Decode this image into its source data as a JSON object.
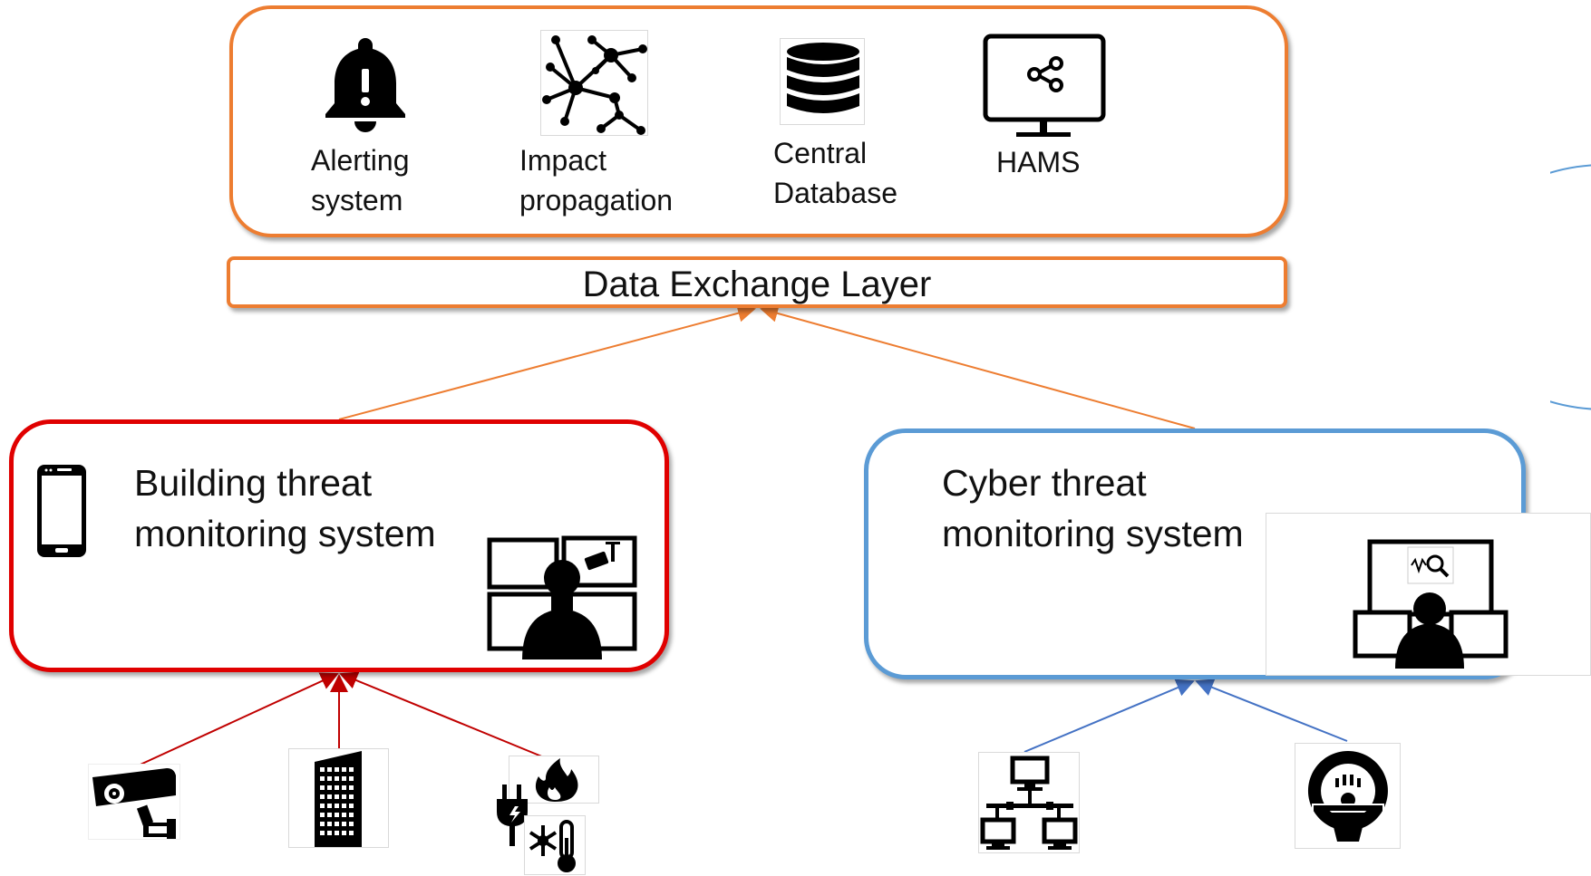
{
  "top_panel": {
    "items": [
      {
        "label_line1": "Alerting",
        "label_line2": "system",
        "icon": "bell-alert-icon"
      },
      {
        "label_line1": "Impact",
        "label_line2": "propagation",
        "icon": "network-graph-icon"
      },
      {
        "label_line1": "Central",
        "label_line2": "Database",
        "icon": "database-icon"
      },
      {
        "label_line1": "HAMS",
        "label_line2": "",
        "icon": "monitor-share-icon"
      }
    ]
  },
  "data_exchange": {
    "label": "Data Exchange Layer"
  },
  "building": {
    "line1": "Building threat",
    "line2": "monitoring system",
    "icons": [
      "smartphone-icon",
      "operator-cctv-monitors-icon",
      "security-camera-icon",
      "building-icon",
      "power-plug-icon",
      "fire-icon",
      "temperature-snowflake-icon"
    ]
  },
  "cyber": {
    "line1": "Cyber threat",
    "line2": "monitoring system",
    "icons": [
      "operator-network-monitors-icon",
      "computer-network-icon",
      "medical-scanner-icon"
    ]
  },
  "colors": {
    "orange": "#ed7d31",
    "red": "#e00000",
    "blue": "#5b9bd5",
    "blue_connector": "#4472c4"
  }
}
